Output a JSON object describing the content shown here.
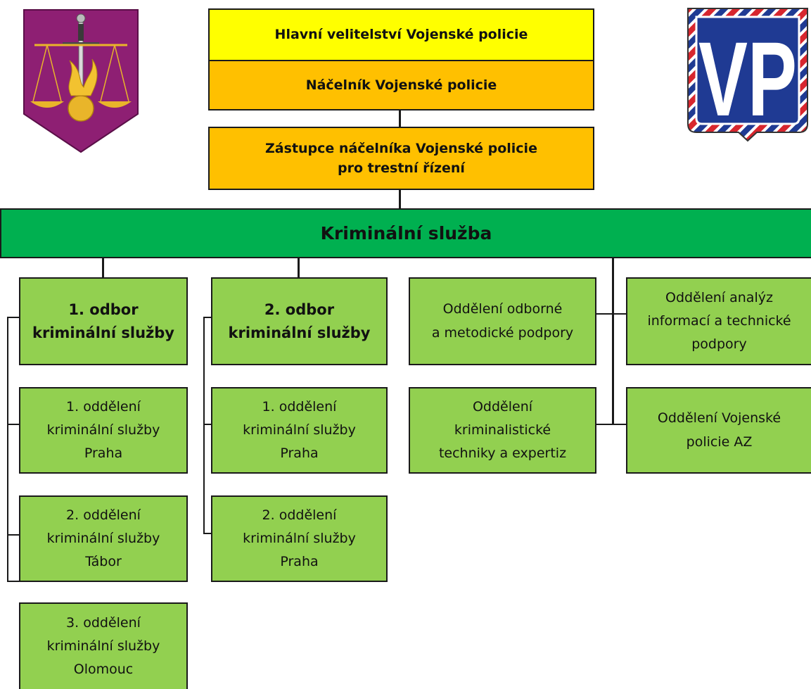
{
  "colors": {
    "command": "#ffff00",
    "chief": "#ffc000",
    "service": "#00b050",
    "unit": "#92d050",
    "lines": "#1a1a1a",
    "logo_left_bg": "#8e1f73",
    "logo_left_gold": "#e9b52a",
    "logo_right_blue": "#1f3a93",
    "logo_right_red": "#d7262e"
  },
  "logos": {
    "left": {
      "icon": "scales-of-justice-sword-flaming-grenade-emblem"
    },
    "right": {
      "icon": "vp-military-police-badge",
      "text": "VP"
    }
  },
  "diagram": {
    "command": "Hlavní velitelství Vojenské policie",
    "chief": "Náčelník Vojenské policie",
    "deputy": {
      "line1": "Zástupce náčelníka Vojenské policie",
      "line2": "pro trestní řízení"
    },
    "service": "Kriminální služba",
    "branch1": {
      "title": {
        "line1": "1. odbor",
        "line2": "kriminální služby"
      },
      "units": [
        {
          "line1": "1. oddělení",
          "line2": "kriminální služby",
          "line3": "Praha"
        },
        {
          "line1": "2. oddělení",
          "line2": "kriminální služby",
          "line3": "Tábor"
        },
        {
          "line1": "3. oddělení",
          "line2": "kriminální služby",
          "line3": "Olomouc"
        }
      ]
    },
    "branch2": {
      "title": {
        "line1": "2. odbor",
        "line2": "kriminální služby"
      },
      "units": [
        {
          "line1": "1. oddělení",
          "line2": "kriminální služby",
          "line3": "Praha"
        },
        {
          "line1": "2. oddělení",
          "line2": "kriminální služby",
          "line3": "Praha"
        }
      ]
    },
    "departments": {
      "support": {
        "line1": "Oddělení odborné",
        "line2": "a metodické podpory"
      },
      "analysis": {
        "line1": "Oddělení analýz",
        "line2": "informací  a technické",
        "line3": "podpory"
      },
      "forensic": {
        "line1": "Oddělení",
        "line2": "kriminalistické",
        "line3": "techniky a expertiz"
      },
      "az": {
        "line1": "Oddělení Vojenské",
        "line2": "policie AZ"
      }
    }
  }
}
